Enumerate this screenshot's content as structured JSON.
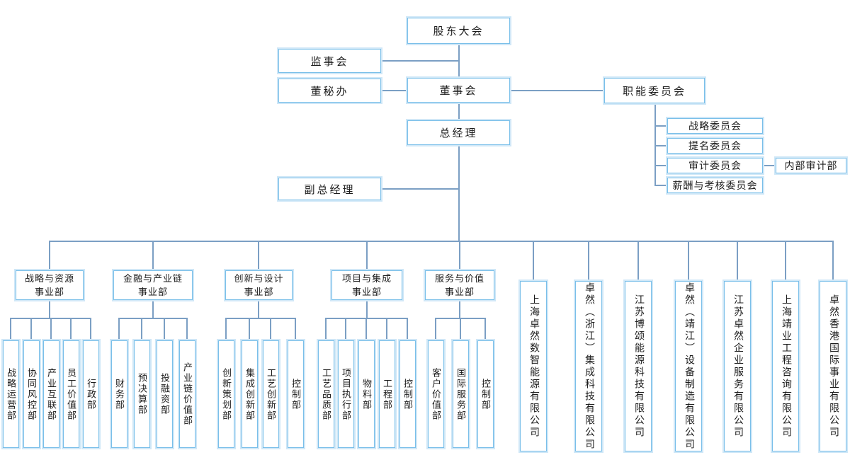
{
  "colors": {
    "box_border": "#79bfe9",
    "box_glow": "#cfe7f7",
    "line": "#7b9fc4",
    "text": "#1c1c1c",
    "background": "#ffffff"
  },
  "nodes": {
    "shareholders_meeting": "股东大会",
    "board_of_supervisors": "监事会",
    "board_secretary_office": "董秘办",
    "board_of_directors": "董事会",
    "functional_committees": "职能委员会",
    "general_manager": "总经理",
    "deputy_general_manager": "副总经理",
    "internal_audit_dept": "内部审计部"
  },
  "committees": [
    "战略委员会",
    "提名委员会",
    "审计委员会",
    "薪酬与考核委员会"
  ],
  "divisions": [
    {
      "label": "战略与资源\n事业部",
      "departments": [
        "战略运营部",
        "协同风控部",
        "产业互联部",
        "员工价值部",
        "行政部"
      ]
    },
    {
      "label": "金融与产业链\n事业部",
      "departments": [
        "财务部",
        "预决算部",
        "投融资部",
        "产业链价值部"
      ]
    },
    {
      "label": "创新与设计\n事业部",
      "departments": [
        "创新策划部",
        "集成创新部",
        "工艺创新部",
        "控制部"
      ]
    },
    {
      "label": "项目与集成\n事业部",
      "departments": [
        "工艺品质部",
        "项目执行部",
        "物料部",
        "工程部",
        "控制部"
      ]
    },
    {
      "label": "服务与价值\n事业部",
      "departments": [
        "客户价值部",
        "国际服务部",
        "控制部"
      ]
    }
  ],
  "companies": [
    "上海卓然数智能源有限公司",
    "卓然（浙江）集成科技有限公司",
    "江苏博颂能源科技有限公司",
    "卓然（靖江）设备制造有限公司",
    "江苏卓然企业服务有限公司",
    "上海靖业工程咨询有限公司",
    "卓然香港国际事业有限公司"
  ]
}
